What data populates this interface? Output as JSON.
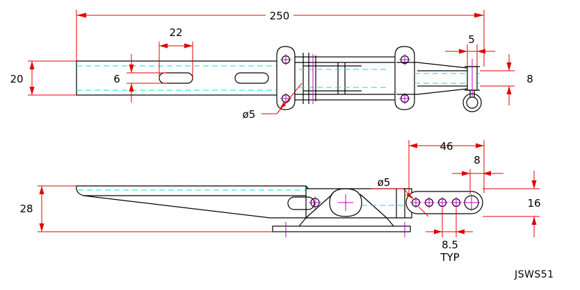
{
  "colors": {
    "outline": "#000000",
    "hidden_lines": "#00e0e0",
    "dimension_lines": "#e00000",
    "center_marks": "#c000c0",
    "background": "#ffffff"
  },
  "top_view": {
    "overall_length": "250",
    "slot_length": "22",
    "slot_width": "6",
    "bar_width": "20",
    "hole_diameter": "ø5",
    "pin_clearance": "5",
    "pin_width": "8"
  },
  "side_view": {
    "height": "28",
    "hole_diameter": "ø5",
    "adjust_length": "46",
    "end_hole": "8",
    "end_height": "16",
    "hole_pitch": "8.5",
    "pitch_note": "TYP"
  },
  "drawing_code": "JSWS51"
}
